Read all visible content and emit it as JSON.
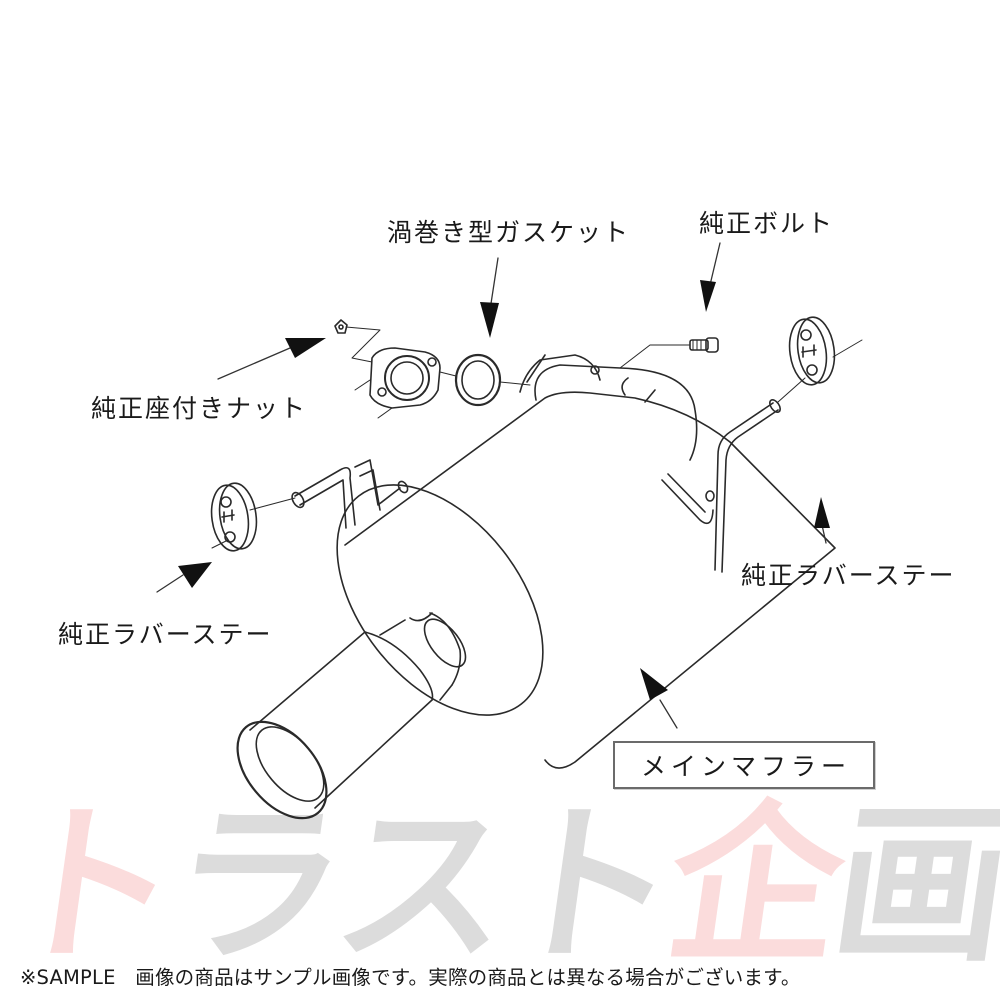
{
  "diagram": {
    "subject": "exhaust muffler exploded parts diagram",
    "callouts": {
      "spiral_gasket": "渦巻き型ガスケット",
      "oem_bolt": "純正ボルト",
      "oem_seated_nut": "純正座付きナット",
      "oem_rubber_stay_left": "純正ラバーステー",
      "oem_rubber_stay_right": "純正ラバーステー",
      "main_muffler": "メインマフラー"
    },
    "parts": [
      {
        "name": "oem-seated-nut",
        "label_ref": "oem_seated_nut"
      },
      {
        "name": "flange",
        "label_ref": null
      },
      {
        "name": "spiral-gasket",
        "label_ref": "spiral_gasket"
      },
      {
        "name": "oem-bolt",
        "label_ref": "oem_bolt"
      },
      {
        "name": "main-muffler",
        "label_ref": "main_muffler"
      },
      {
        "name": "rubber-stay-left",
        "label_ref": "oem_rubber_stay_left"
      },
      {
        "name": "rubber-stay-right",
        "label_ref": "oem_rubber_stay_right"
      },
      {
        "name": "tail-pipe",
        "label_ref": null
      }
    ]
  },
  "watermark": {
    "text": "トラスト企画",
    "chars": [
      "ト",
      "ラ",
      "ス",
      "ト",
      "企",
      "画"
    ],
    "colors": {
      "pink": "#fbdcdc",
      "gray": "#dcdcdc"
    }
  },
  "footer": {
    "disclaimer": "※SAMPLE　画像の商品はサンプル画像です。実際の商品とは異なる場合がございます。"
  },
  "colors": {
    "line": "#2a2a2a",
    "text": "#1a1a1a",
    "background": "#ffffff",
    "box_border": "#6b6b6b"
  }
}
